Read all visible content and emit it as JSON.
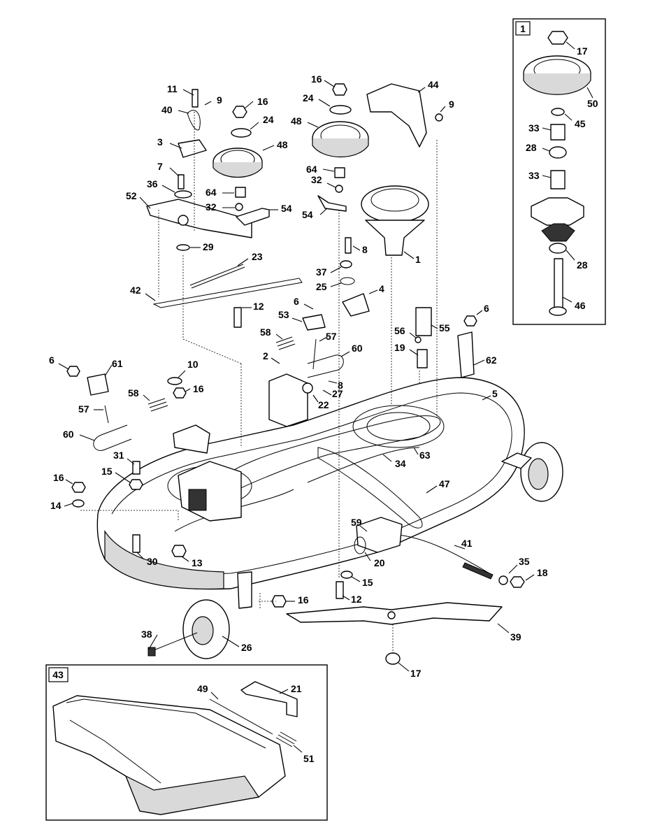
{
  "insets": [
    {
      "id": "spindle-inset",
      "tag": "1"
    },
    {
      "id": "discharge-inset",
      "tag": "43"
    }
  ],
  "callouts": [
    "11",
    "9",
    "16",
    "40",
    "24",
    "3",
    "48",
    "7",
    "36",
    "64",
    "32",
    "54",
    "52",
    "29",
    "23",
    "42",
    "12",
    "16",
    "24",
    "44",
    "9",
    "48",
    "64",
    "32",
    "54",
    "8",
    "1",
    "37",
    "25",
    "4",
    "6",
    "53",
    "58",
    "57",
    "60",
    "2",
    "8",
    "27",
    "22",
    "56",
    "55",
    "6",
    "19",
    "62",
    "5",
    "6",
    "61",
    "10",
    "16",
    "58",
    "57",
    "60",
    "31",
    "15",
    "16",
    "14",
    "63",
    "34",
    "47",
    "59",
    "41",
    "35",
    "18",
    "20",
    "15",
    "12",
    "30",
    "13",
    "16",
    "38",
    "26",
    "39",
    "17",
    "17",
    "50",
    "45",
    "33",
    "28",
    "33",
    "28",
    "46",
    "49",
    "21",
    "51"
  ]
}
